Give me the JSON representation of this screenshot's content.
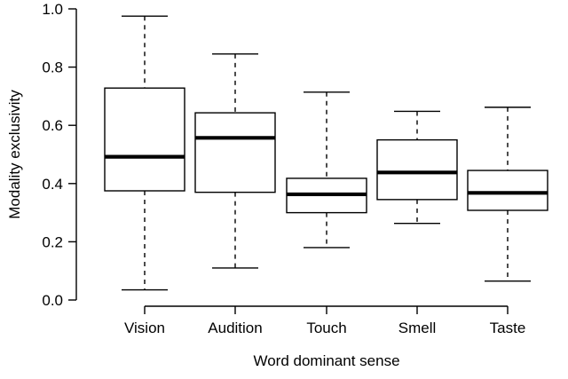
{
  "chart_data": {
    "type": "box",
    "title": "",
    "xlabel": "Word dominant sense",
    "ylabel": "Modality exclusivity",
    "categories": [
      "Vision",
      "Audition",
      "Touch",
      "Smell",
      "Taste"
    ],
    "ylim": [
      0.0,
      1.0
    ],
    "y_ticks": [
      "0.0",
      "0.2",
      "0.4",
      "0.6",
      "0.8",
      "1.0"
    ],
    "y_tick_values": [
      0.0,
      0.2,
      0.4,
      0.6,
      0.8,
      1.0
    ],
    "grid": false,
    "legend": "none",
    "boxes": [
      {
        "category": "Vision",
        "whisker_low": 0.035,
        "q1": 0.375,
        "median": 0.492,
        "q3": 0.728,
        "whisker_high": 0.975
      },
      {
        "category": "Audition",
        "whisker_low": 0.11,
        "q1": 0.37,
        "median": 0.557,
        "q3": 0.643,
        "whisker_high": 0.845
      },
      {
        "category": "Touch",
        "whisker_low": 0.18,
        "q1": 0.3,
        "median": 0.363,
        "q3": 0.418,
        "whisker_high": 0.714
      },
      {
        "category": "Smell",
        "whisker_low": 0.263,
        "q1": 0.345,
        "median": 0.438,
        "q3": 0.55,
        "whisker_high": 0.648
      },
      {
        "category": "Taste",
        "whisker_low": 0.065,
        "q1": 0.308,
        "median": 0.368,
        "q3": 0.445,
        "whisker_high": 0.662
      }
    ],
    "colors": {
      "box_fill": "#ffffff",
      "line": "#000000",
      "background": "#ffffff"
    }
  }
}
